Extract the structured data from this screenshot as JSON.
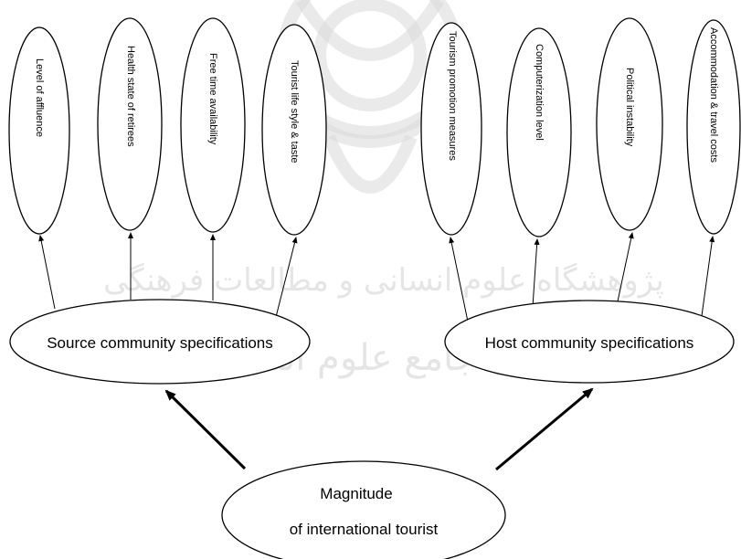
{
  "top_nodes": [
    {
      "label": "Level of affluence"
    },
    {
      "label": "Health state of retirees"
    },
    {
      "label": "Free time availability"
    },
    {
      "label": "Tourist life style & taste"
    },
    {
      "label": "Tourism  promotion measures"
    },
    {
      "label": "Computerization level"
    },
    {
      "label": "Political instability"
    },
    {
      "label": "Accommodation & travel costs"
    }
  ],
  "middle_nodes": {
    "source": "Source community specifications",
    "host": "Host community specifications"
  },
  "bottom_node": {
    "line1": "Magnitude",
    "line2": "of international tourist"
  },
  "watermark": {
    "line1": "پژوهشگاه علوم انسانی و مطالعات فرهنگی",
    "line2": "پرتال جامع علوم انسانی"
  }
}
